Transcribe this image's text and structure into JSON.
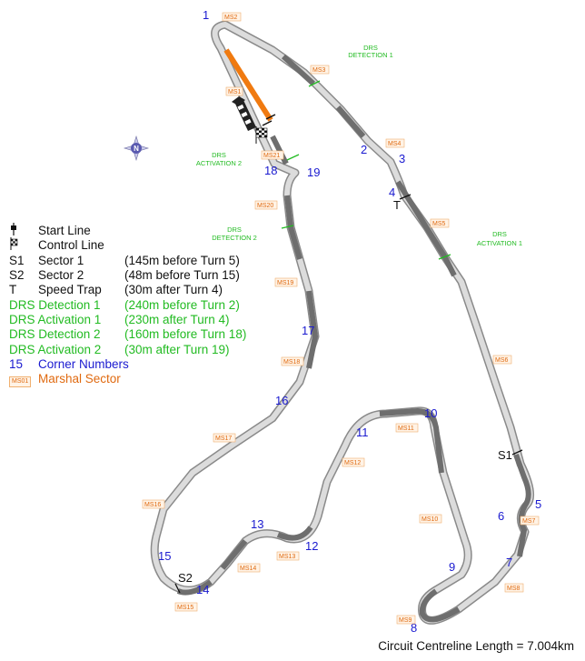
{
  "legend": [
    {
      "key": "",
      "icon": "start-line-icon",
      "name": "Start Line",
      "detail": "",
      "color": "black"
    },
    {
      "key": "",
      "icon": "control-line-icon",
      "name": "Control Line",
      "detail": "",
      "color": "black"
    },
    {
      "key": "S1",
      "name": "Sector 1",
      "detail": "(145m before Turn 5)",
      "color": "black"
    },
    {
      "key": "S2",
      "name": "Sector 2",
      "detail": "(48m before Turn 15)",
      "color": "black"
    },
    {
      "key": "T",
      "name": "Speed Trap",
      "detail": "(30m after Turn 4)",
      "color": "black"
    },
    {
      "key": "",
      "name": "DRS Detection 1",
      "detail": "(240m before Turn 2)",
      "color": "green"
    },
    {
      "key": "",
      "name": "DRS Activation 1",
      "detail": "(230m after Turn 4)",
      "color": "green"
    },
    {
      "key": "",
      "name": "DRS Detection 2",
      "detail": "(160m before Turn 18)",
      "color": "green"
    },
    {
      "key": "",
      "name": "DRS Activation 2",
      "detail": "(30m after Turn 19)",
      "color": "green"
    },
    {
      "key": "15",
      "name": "Corner Numbers",
      "detail": "",
      "color": "blue"
    },
    {
      "key": "MS01",
      "name": "Marshal Sector",
      "detail": "",
      "color": "orange"
    }
  ],
  "compass_label": "N",
  "length_text": "Circuit Centreline Length = 7.004km",
  "turns": [
    "1",
    "2",
    "3",
    "4",
    "5",
    "6",
    "7",
    "8",
    "9",
    "10",
    "11",
    "12",
    "13",
    "14",
    "15",
    "16",
    "17",
    "18",
    "19"
  ],
  "marshal_sectors": [
    "MS1",
    "MS2",
    "MS3",
    "MS4",
    "MS5",
    "MS6",
    "MS7",
    "MS8",
    "MS9",
    "MS10",
    "MS11",
    "MS12",
    "MS13",
    "MS14",
    "MS15",
    "MS16",
    "MS17",
    "MS18",
    "MS19",
    "MS20",
    "MS21"
  ],
  "drs_zones": [
    {
      "label_lines": [
        "DRS",
        "DETECTION 1"
      ]
    },
    {
      "label_lines": [
        "DRS",
        "ACTIVATION 1"
      ]
    },
    {
      "label_lines": [
        "DRS",
        "DETECTION 2"
      ]
    },
    {
      "label_lines": [
        "DRS",
        "ACTIVATION 2"
      ]
    }
  ],
  "sector_markers": [
    "S1",
    "S2",
    "T"
  ],
  "colors": {
    "track_light": "#dcdcdc",
    "track_dark": "#6e6e6e",
    "track_edge": "#8a8a8a",
    "pit_straight": "#f07a10",
    "turn_numbers": "#1a1ad0",
    "drs": "#22bb22",
    "marshal": "#e06a10"
  }
}
